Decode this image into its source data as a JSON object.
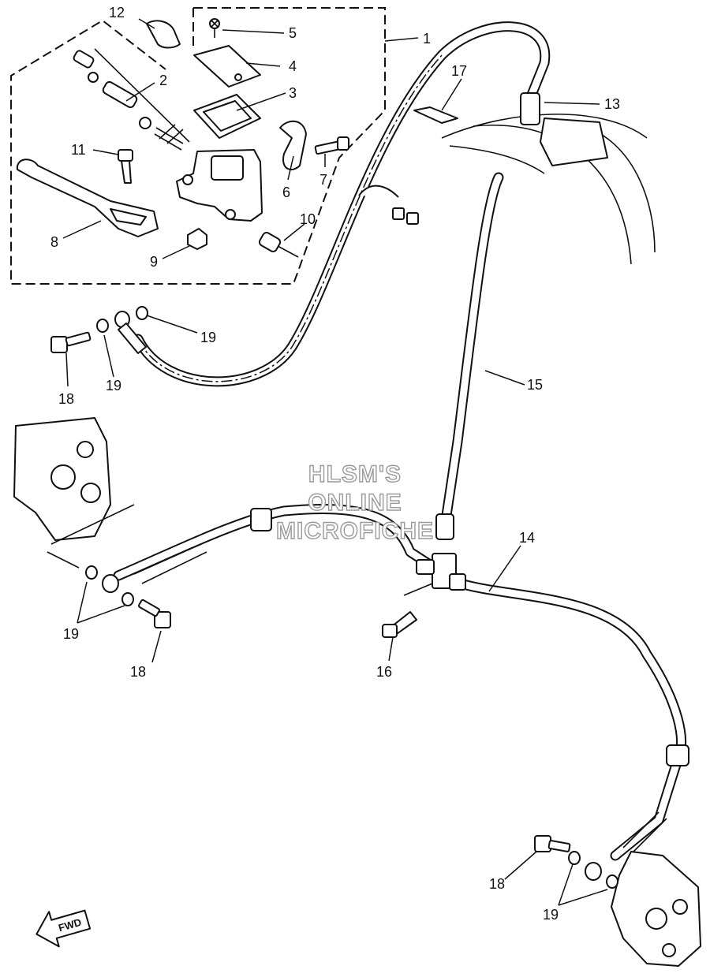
{
  "watermark": {
    "line1": "HLSM'S",
    "line2": "ONLINE",
    "line3": "MICROFICHE"
  },
  "direction_arrow": {
    "label": "FWD"
  },
  "callouts": [
    {
      "id": "c1",
      "num": "1"
    },
    {
      "id": "c2",
      "num": "2"
    },
    {
      "id": "c3",
      "num": "3"
    },
    {
      "id": "c4",
      "num": "4"
    },
    {
      "id": "c5",
      "num": "5"
    },
    {
      "id": "c6",
      "num": "6"
    },
    {
      "id": "c7",
      "num": "7"
    },
    {
      "id": "c8",
      "num": "8"
    },
    {
      "id": "c9",
      "num": "9"
    },
    {
      "id": "c10",
      "num": "10"
    },
    {
      "id": "c11",
      "num": "11"
    },
    {
      "id": "c12",
      "num": "12"
    },
    {
      "id": "c13",
      "num": "13"
    },
    {
      "id": "c14",
      "num": "14"
    },
    {
      "id": "c15",
      "num": "15"
    },
    {
      "id": "c16",
      "num": "16"
    },
    {
      "id": "c17",
      "num": "17"
    },
    {
      "id": "c18a",
      "num": "18"
    },
    {
      "id": "c18b",
      "num": "18"
    },
    {
      "id": "c18c",
      "num": "18"
    },
    {
      "id": "c19a",
      "num": "19"
    },
    {
      "id": "c19b",
      "num": "19"
    },
    {
      "id": "c19c",
      "num": "19"
    },
    {
      "id": "c19d",
      "num": "19"
    }
  ]
}
